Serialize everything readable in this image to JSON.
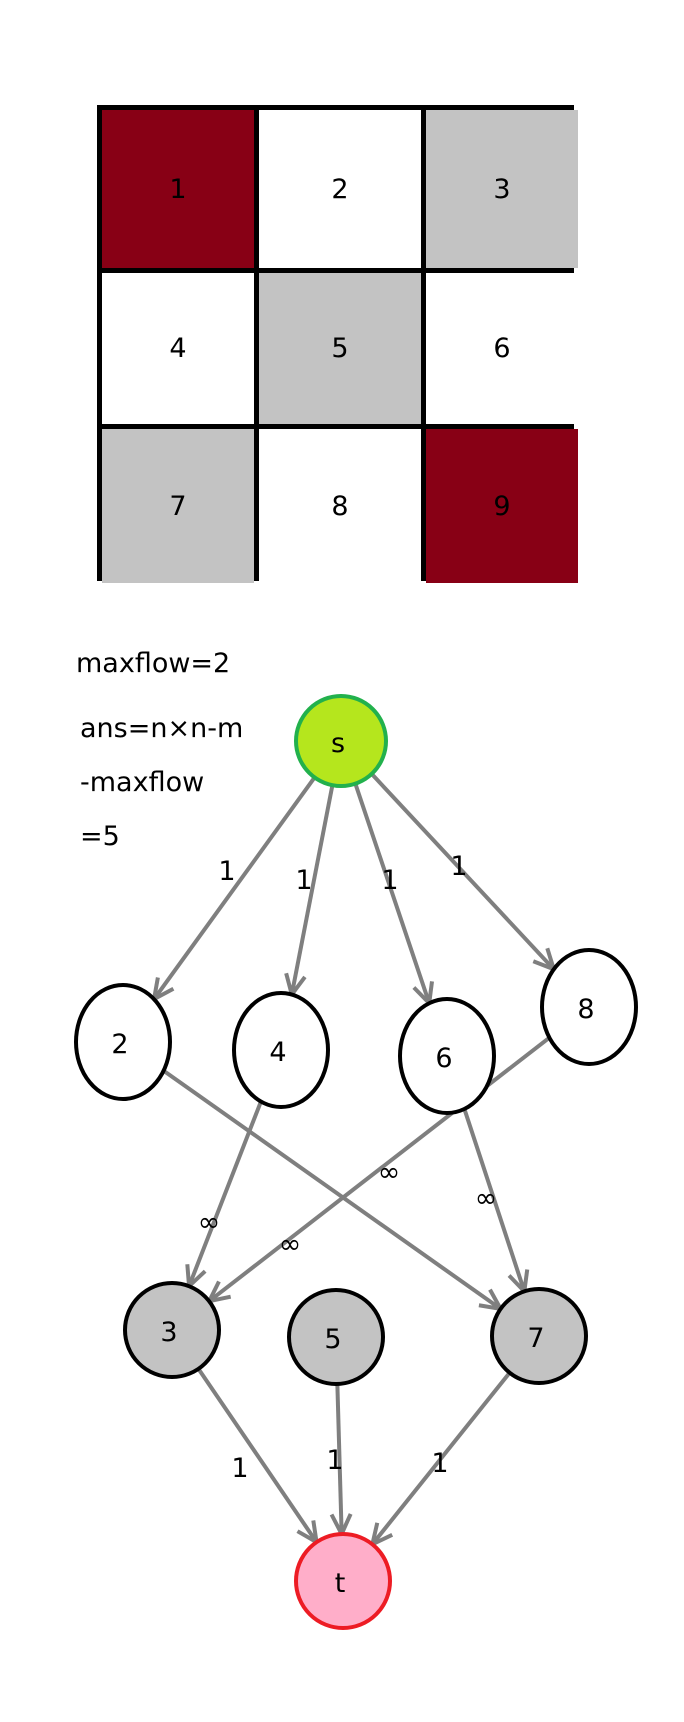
{
  "grid": {
    "rows": 3,
    "cols": 3,
    "cells": [
      {
        "label": "1",
        "state": "blocked"
      },
      {
        "label": "2",
        "state": "white"
      },
      {
        "label": "3",
        "state": "gray"
      },
      {
        "label": "4",
        "state": "white"
      },
      {
        "label": "5",
        "state": "gray"
      },
      {
        "label": "6",
        "state": "white"
      },
      {
        "label": "7",
        "state": "gray"
      },
      {
        "label": "8",
        "state": "white"
      },
      {
        "label": "9",
        "state": "blocked"
      }
    ]
  },
  "colors": {
    "blocked": "#880015",
    "white": "#ffffff",
    "gray": "#c3c3c3",
    "edge": "#7f7f7f",
    "source_fill": "#b5e61d",
    "source_stroke": "#22b14c",
    "sink_fill": "#ffaec9",
    "sink_stroke": "#ed1c24",
    "node_stroke": "#000000"
  },
  "notes": {
    "maxflow": "maxflow=2",
    "ans_line1": "ans=n×n-m",
    "ans_line2": "-maxflow",
    "ans_line3": "=5"
  },
  "graph": {
    "nodes": [
      {
        "id": "s",
        "label": "s",
        "kind": "source"
      },
      {
        "id": "2",
        "label": "2",
        "kind": "white"
      },
      {
        "id": "4",
        "label": "4",
        "kind": "white"
      },
      {
        "id": "6",
        "label": "6",
        "kind": "white"
      },
      {
        "id": "8",
        "label": "8",
        "kind": "white"
      },
      {
        "id": "3",
        "label": "3",
        "kind": "gray"
      },
      {
        "id": "5",
        "label": "5",
        "kind": "gray"
      },
      {
        "id": "7",
        "label": "7",
        "kind": "gray"
      },
      {
        "id": "t",
        "label": "t",
        "kind": "sink"
      }
    ],
    "edges": [
      {
        "from": "s",
        "to": "2",
        "capacity": "1"
      },
      {
        "from": "s",
        "to": "4",
        "capacity": "1"
      },
      {
        "from": "s",
        "to": "6",
        "capacity": "1"
      },
      {
        "from": "s",
        "to": "8",
        "capacity": "1"
      },
      {
        "from": "2",
        "to": "7",
        "capacity": ""
      },
      {
        "from": "4",
        "to": "3",
        "capacity": "∞"
      },
      {
        "from": "8",
        "to": "3",
        "capacity": "∞"
      },
      {
        "from": "8",
        "to": "3",
        "capacity": "∞",
        "extra_label_only": true
      },
      {
        "from": "6",
        "to": "7",
        "capacity": "∞"
      },
      {
        "from": "3",
        "to": "t",
        "capacity": "1"
      },
      {
        "from": "5",
        "to": "t",
        "capacity": "1"
      },
      {
        "from": "7",
        "to": "t",
        "capacity": "1"
      }
    ]
  }
}
